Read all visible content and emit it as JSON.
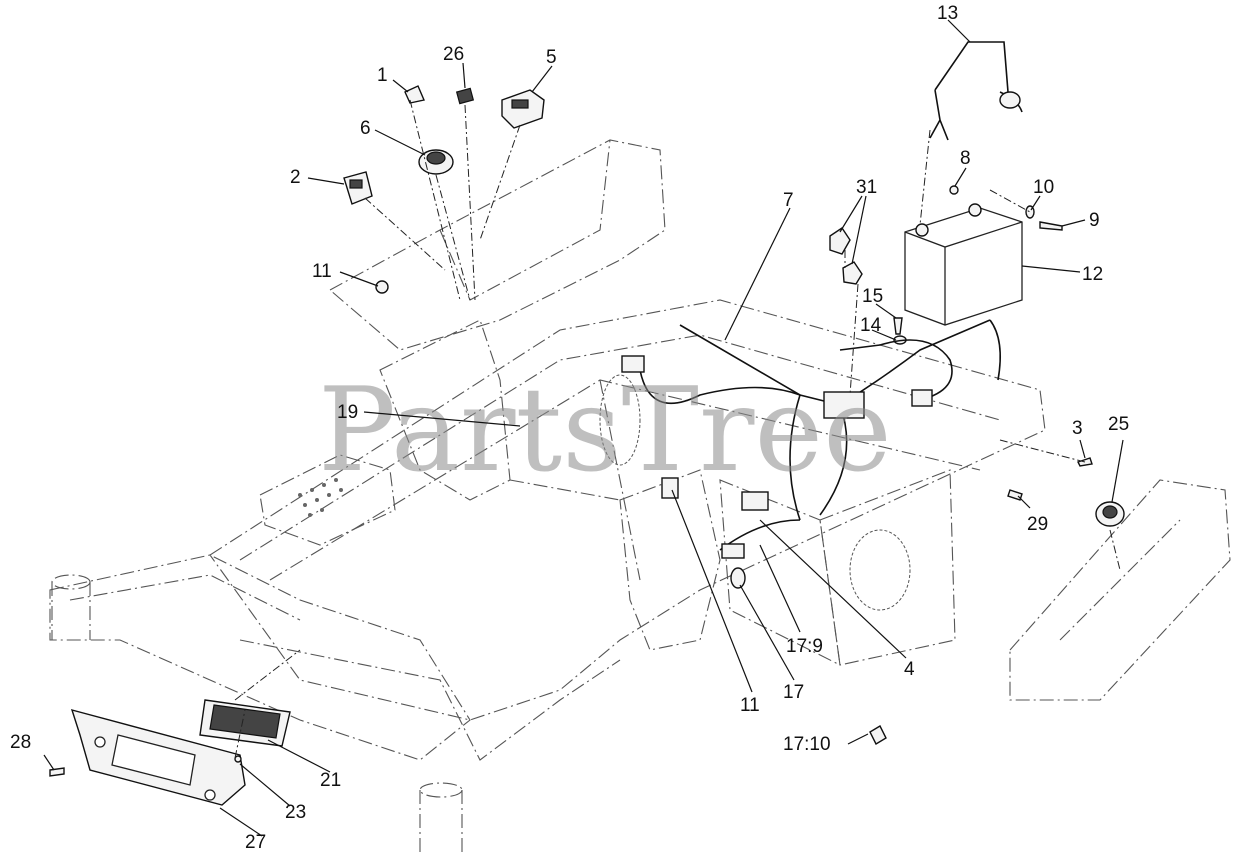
{
  "watermark": "PartsTree",
  "callouts": [
    {
      "id": "c1",
      "label": "1"
    },
    {
      "id": "c26",
      "label": "26"
    },
    {
      "id": "c5",
      "label": "5"
    },
    {
      "id": "c6",
      "label": "6"
    },
    {
      "id": "c2",
      "label": "2"
    },
    {
      "id": "c11a",
      "label": "11"
    },
    {
      "id": "c13",
      "label": "13"
    },
    {
      "id": "c8",
      "label": "8"
    },
    {
      "id": "c10",
      "label": "10"
    },
    {
      "id": "c9",
      "label": "9"
    },
    {
      "id": "c31",
      "label": "31"
    },
    {
      "id": "c7",
      "label": "7"
    },
    {
      "id": "c12",
      "label": "12"
    },
    {
      "id": "c15",
      "label": "15"
    },
    {
      "id": "c14",
      "label": "14"
    },
    {
      "id": "c19",
      "label": "19"
    },
    {
      "id": "c3",
      "label": "3"
    },
    {
      "id": "c25",
      "label": "25"
    },
    {
      "id": "c29",
      "label": "29"
    },
    {
      "id": "c4",
      "label": "4"
    },
    {
      "id": "c17_9",
      "label": "17:9"
    },
    {
      "id": "c17",
      "label": "17"
    },
    {
      "id": "c11b",
      "label": "11"
    },
    {
      "id": "c17_10",
      "label": "17:10"
    },
    {
      "id": "c21",
      "label": "21"
    },
    {
      "id": "c23",
      "label": "23"
    },
    {
      "id": "c28",
      "label": "28"
    },
    {
      "id": "c27",
      "label": "27"
    }
  ]
}
